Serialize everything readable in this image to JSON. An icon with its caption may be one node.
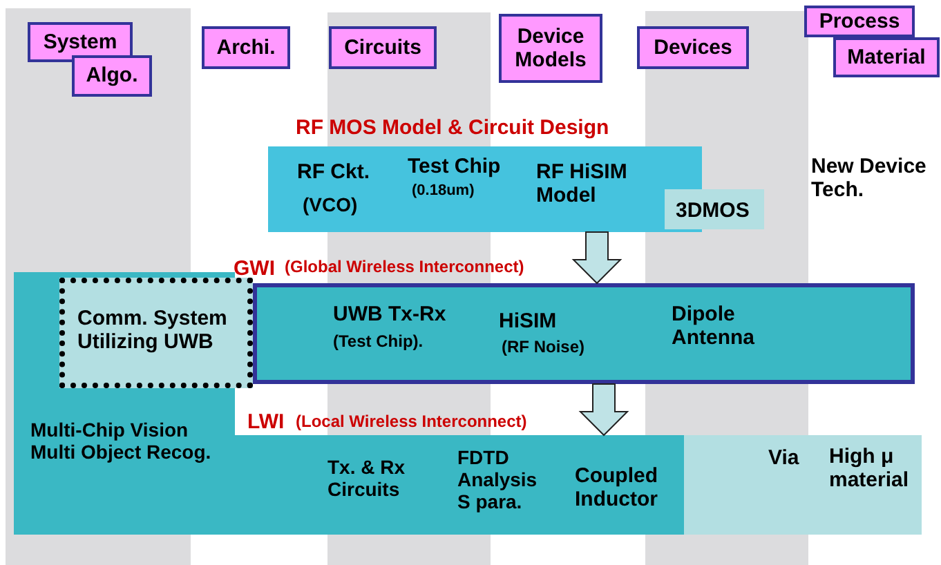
{
  "diagram": {
    "nodes": [
      {
        "text": [
          "System"
        ]
      },
      {
        "text": [
          "Algo."
        ]
      },
      {
        "text": [
          "Archi."
        ]
      },
      {
        "text": [
          "Circuits"
        ]
      },
      {
        "text": [
          "Device Models"
        ]
      },
      {
        "text": [
          "Devices"
        ]
      },
      {
        "text": [
          "Process"
        ]
      },
      {
        "text": [
          "Material"
        ]
      },
      {
        "text": [
          "RF MOS Model & Circuit Design",
          "RF Ckt.",
          "(VCO)",
          "Test Chip",
          "(0.18um)",
          "RF HiSIM Model"
        ]
      },
      {
        "text": [
          "3DMOS"
        ]
      },
      {
        "text": [
          "GWI",
          "(Global Wireless Interconnect)",
          "UWB Tx-Rx",
          "(Test Chip).",
          "HiSIM",
          "(RF Noise)",
          "Dipole Antenna"
        ]
      },
      {
        "text": [
          "Comm. System Utilizing UWB"
        ],
        "in": 12
      },
      {
        "text": [
          "LWI",
          "(Local Wireless Interconnect)",
          "Multi-Chip Vision Multi Object Recog.",
          "Tx. & Rx Circuits",
          "FDTD Analysis S para.",
          "Coupled Inductor"
        ]
      },
      {
        "text": [
          "Via",
          "High μ material"
        ]
      }
    ],
    "edges": [
      {
        "from": 8,
        "to": 10,
        "arrow": "to"
      },
      {
        "from": 10,
        "to": 12,
        "arrow": "to"
      }
    ],
    "labels": [
      "New Device Tech."
    ]
  }
}
